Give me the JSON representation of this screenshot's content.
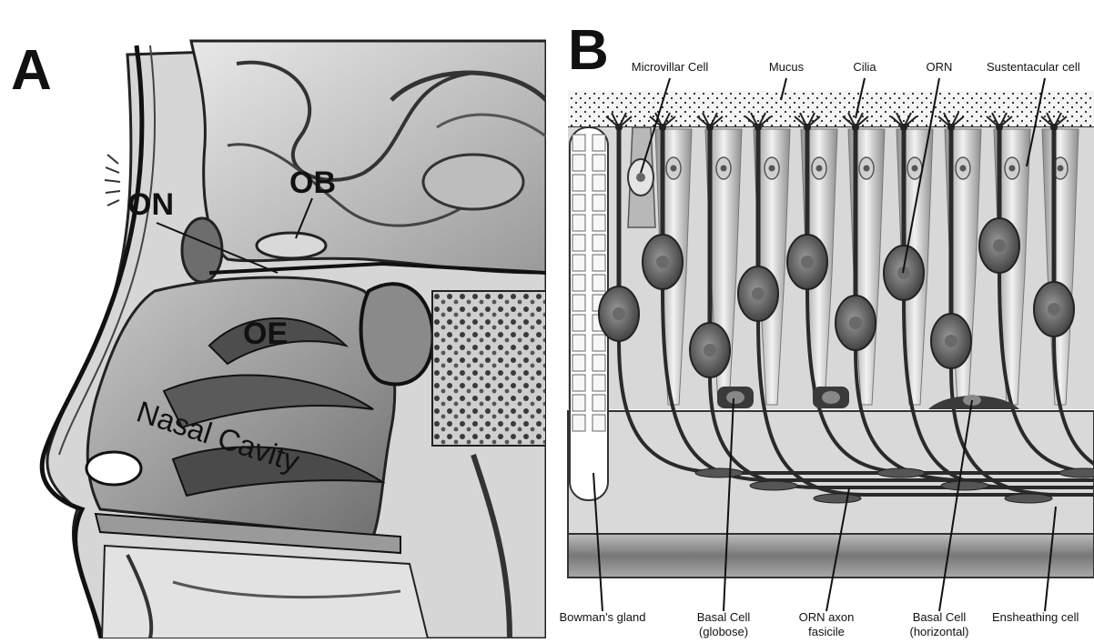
{
  "panel_a": {
    "letter": "A",
    "labels": {
      "on": "ON",
      "ob": "OB",
      "oe": "OE",
      "cavity": "Nasal Cavity"
    }
  },
  "panel_b": {
    "letter": "B",
    "top_labels": {
      "microvillar": "Microvillar Cell",
      "mucus": "Mucus",
      "cilia": "Cilia",
      "orn": "ORN",
      "sustentacular": "Sustentacular cell"
    },
    "bottom_labels": {
      "bowman": "Bowman's gland",
      "basal_globose_1": "Basal Cell",
      "basal_globose_2": "(globose)",
      "fascicle_1": "ORN axon",
      "fascicle_2": "fasicile",
      "basal_horizontal_1": "Basal Cell",
      "basal_horizontal_2": "(horizontal)",
      "ensheathing": "Ensheathing cell"
    }
  }
}
